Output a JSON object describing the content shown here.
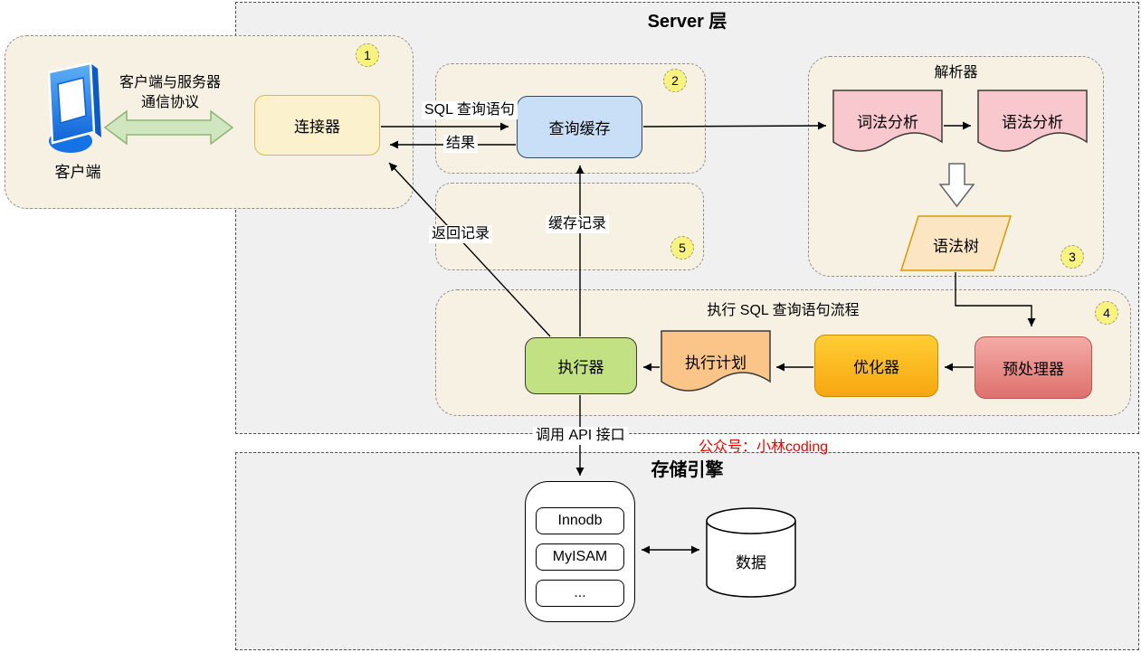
{
  "server_layer": {
    "title": "Server 层"
  },
  "storage_layer": {
    "title": "存储引擎",
    "engines": [
      "Innodb",
      "MyISAM",
      "..."
    ],
    "data_label": "数据"
  },
  "client_area": {
    "client_label": "客户端",
    "protocol_line1": "客户端与服务器",
    "protocol_line2": "通信协议"
  },
  "nodes": {
    "connector": "连接器",
    "query_cache": "查询缓存",
    "parser_title": "解析器",
    "lexical_analysis": "词法分析",
    "syntax_analysis": "语法分析",
    "syntax_tree": "语法树",
    "exec_flow_title": "执行 SQL 查询语句流程",
    "executor": "执行器",
    "execution_plan": "执行计划",
    "optimizer": "优化器",
    "preprocessor": "预处理器"
  },
  "edge_labels": {
    "sql_query": "SQL 查询语句",
    "result": "结果",
    "cache_record": "缓存记录",
    "return_record": "返回记录",
    "call_api": "调用 API 接口"
  },
  "badges": {
    "step1": "1",
    "step2": "2",
    "step3": "3",
    "step4": "4",
    "step5": "5"
  },
  "watermark": "公众号：小林coding",
  "colors": {
    "layer_bg": "#f0f0f0",
    "panel_bg": "#f6f1e2",
    "connector_fill": "#fcf1cd",
    "connector_border": "#d8b75b",
    "query_cache_fill": "#c9dff7",
    "doc_pink_fill": "#f9c8ce",
    "syntax_tree_fill": "#fce5c3",
    "syntax_tree_border": "#d79b00",
    "executor_fill": "#c2e183",
    "execution_plan_fill": "#fbc489",
    "optimizer_fill_top": "#ffce33",
    "optimizer_fill_bottom": "#f7a611",
    "preprocessor_fill_top": "#f5aba7",
    "preprocessor_fill_bottom": "#de706d",
    "badge_fill": "#f8f37e",
    "green_arrow_fill": "#cfe6c0",
    "watermark_color": "#fe0000"
  }
}
